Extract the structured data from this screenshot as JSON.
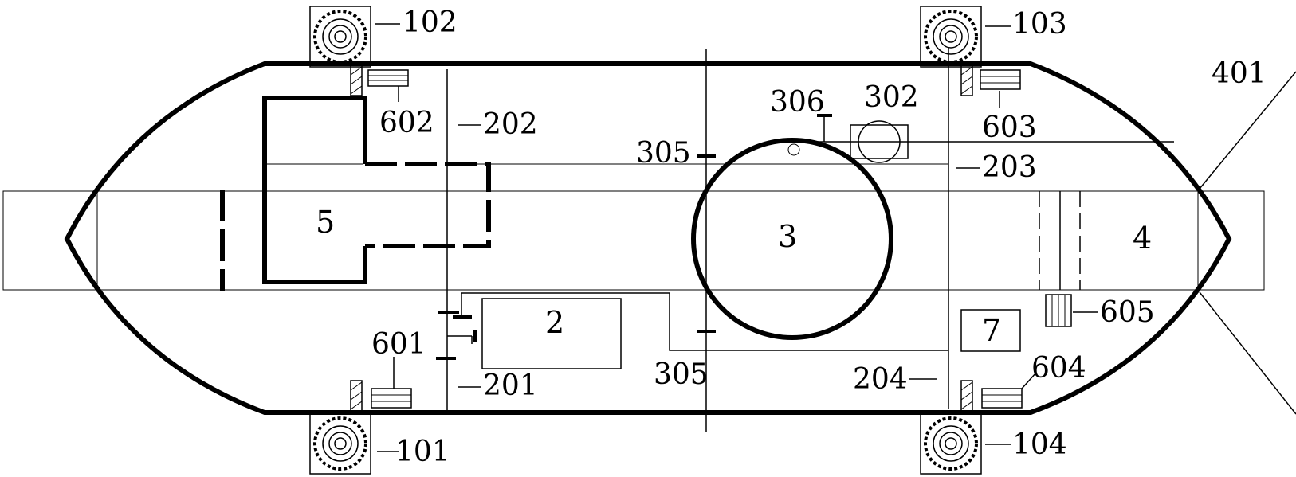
{
  "labels": {
    "wheel_rear_left": "101",
    "wheel_front_left": "102",
    "wheel_front_right": "103",
    "wheel_rear_right": "104",
    "line_201": "201",
    "line_202": "202",
    "line_203": "203",
    "line_204": "204",
    "pump_302": "302",
    "marker_305_top": "305",
    "marker_305_bottom": "305",
    "marker_306": "306",
    "line_401": "401",
    "sensor_601": "601",
    "sensor_602": "602",
    "sensor_603": "603",
    "sensor_604": "604",
    "sensor_605": "605",
    "box_2": "2",
    "tank_3": "3",
    "unit_4": "4",
    "compartment_5": "5",
    "box_7": "7"
  }
}
